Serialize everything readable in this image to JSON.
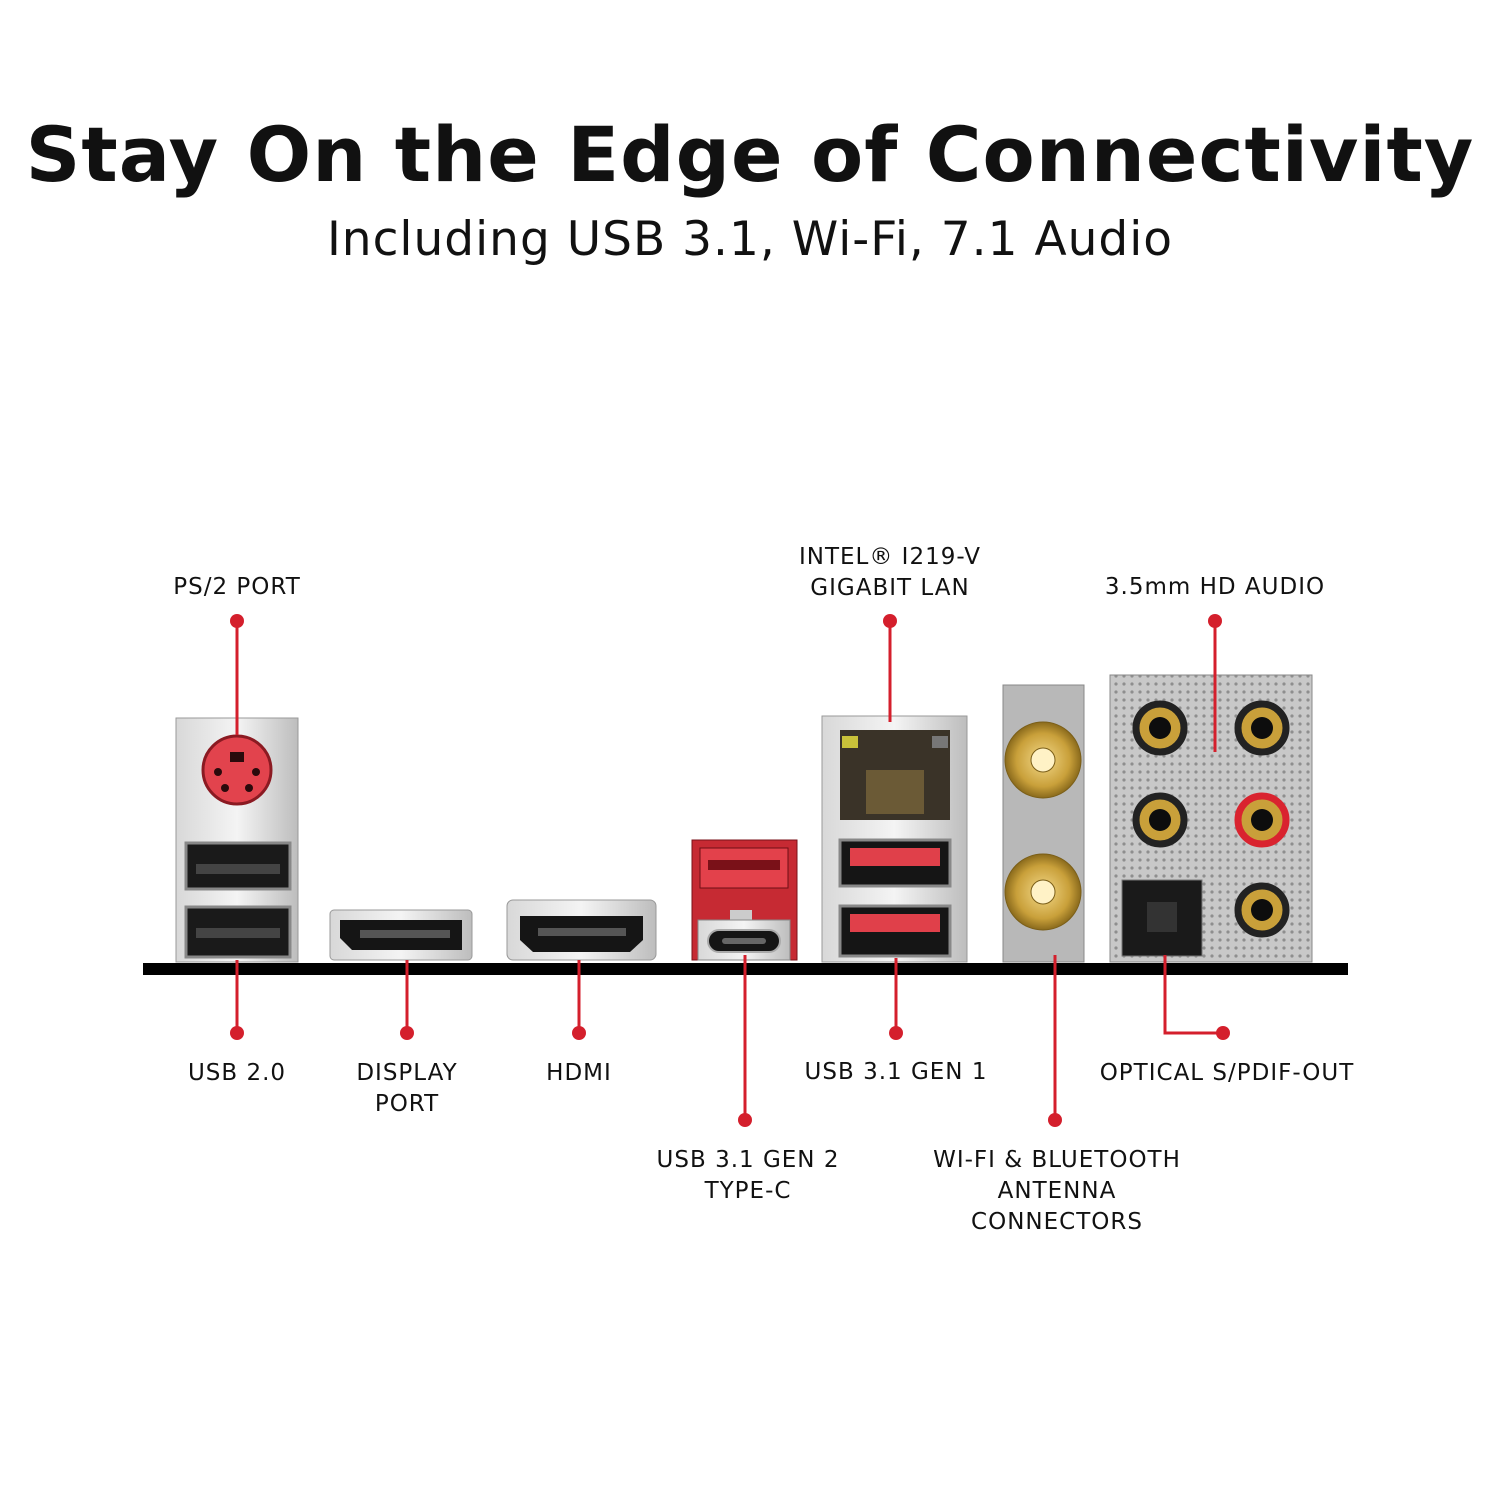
{
  "header": {
    "title": "Stay On the Edge of Connectivity",
    "subtitle": "Including USB 3.1, Wi-Fi, 7.1 Audio"
  },
  "labels": {
    "ps2": [
      "PS/2 PORT"
    ],
    "lan": [
      "INTEL® I219-V",
      "GIGABIT LAN"
    ],
    "audio": [
      "3.5mm HD AUDIO"
    ],
    "usb2": [
      "USB 2.0"
    ],
    "displayport": [
      "DISPLAY",
      "PORT"
    ],
    "hdmi": [
      "HDMI"
    ],
    "usbc": [
      "USB 3.1 GEN 2",
      "TYPE-C"
    ],
    "usb31gen1": [
      "USB 3.1 GEN 1"
    ],
    "wifi": [
      "WI-FI & BLUETOOTH",
      "ANTENNA",
      "CONNECTORS"
    ],
    "optical": [
      "OPTICAL S/PDIF-OUT"
    ]
  },
  "colors": {
    "accent": "#d41f2c",
    "bar": "#000000",
    "gold": "#c9a03a"
  }
}
